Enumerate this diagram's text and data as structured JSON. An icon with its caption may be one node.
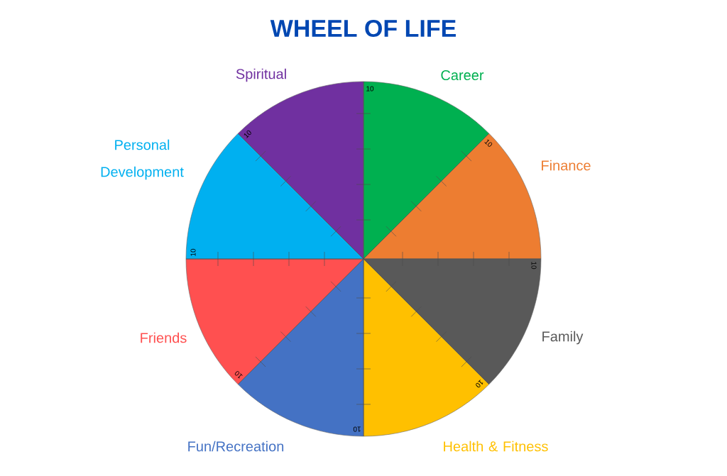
{
  "diagram": {
    "title": "WHEEL OF LIFE",
    "nodes": [
      {
        "text": [],
        "shape": "wedge",
        "beside": [
          "Career"
        ]
      },
      {
        "text": [],
        "shape": "wedge",
        "beside": [
          "Finance"
        ]
      },
      {
        "text": [],
        "shape": "wedge",
        "beside": [
          "Family"
        ]
      },
      {
        "text": [],
        "shape": "wedge",
        "beside": [
          "Health & Fitness"
        ]
      },
      {
        "text": [],
        "shape": "wedge",
        "beside": [
          "Fun/Recreation"
        ]
      },
      {
        "text": [],
        "shape": "wedge",
        "beside": [
          "Friends"
        ]
      },
      {
        "text": [],
        "shape": "wedge",
        "beside": [
          "Personal Development"
        ]
      },
      {
        "text": [],
        "shape": "wedge",
        "beside": [
          "Spiritual"
        ]
      }
    ],
    "labels": [
      "10",
      "10",
      "10",
      "10",
      "10",
      "10",
      "10",
      "10"
    ]
  }
}
